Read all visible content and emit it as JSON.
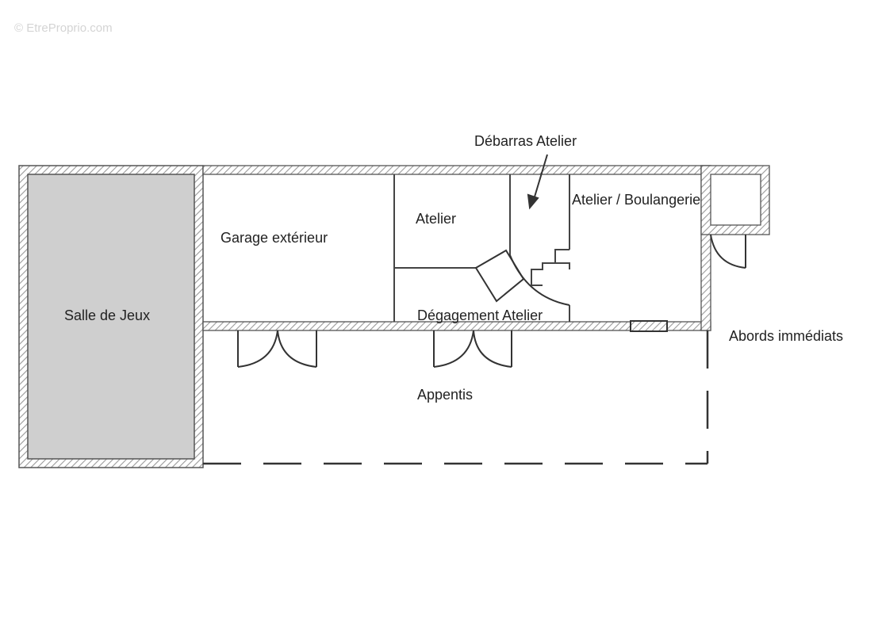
{
  "watermark": "© EtreProprio.com",
  "rooms": {
    "salle_de_jeux": "Salle de Jeux",
    "garage": "Garage extérieur",
    "atelier": "Atelier",
    "debarras": "Débarras Atelier",
    "boulangerie": "Atelier / Boulangerie",
    "degagement": "Dégagement Atelier",
    "appentis": "Appentis",
    "abords": "Abords immédiats"
  },
  "colors": {
    "wall_stroke": "#555555",
    "wall_hatch": "#9a9a9a",
    "room_fill_salle": "#cfcfcf",
    "door_stroke": "#333333",
    "text": "#222222"
  }
}
